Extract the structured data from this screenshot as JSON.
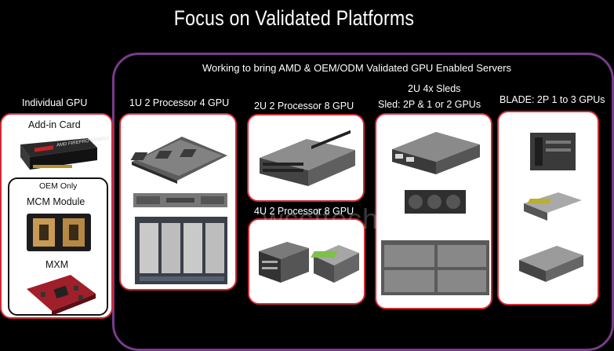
{
  "title": "Focus on Validated Platforms",
  "subtitle": "Working to bring AMD & OEM/ODM Validated GPU Enabled Servers",
  "individual_gpu": {
    "heading": "Individual GPU",
    "addin_label": "Add-in Card",
    "card_brand": "AMD FIREPRO S9300x2",
    "oem_only": "OEM Only",
    "mcm_label": "MCM Module",
    "mxm_label": "MXM"
  },
  "platforms": {
    "one_u": "1U 2 Processor 4 GPU",
    "two_u": "2U 2 Processor 8  GPU",
    "four_u": "4U 2 Processor 8 GPU",
    "sleds_heading": "2U 4x Sleds",
    "sleds_sub": "Sled: 2P  & 1 or 2 GPUs",
    "blade": "BLADE: 2P 1 to 3 GPUs"
  },
  "watermark": "wccftech"
}
